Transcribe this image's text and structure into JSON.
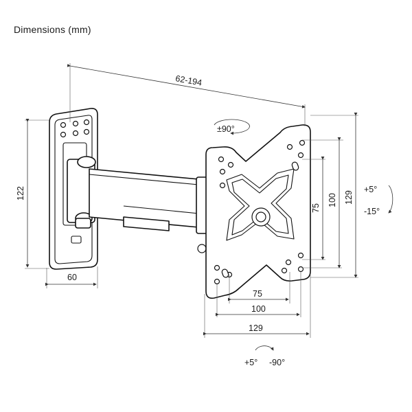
{
  "title": "Dimensions (mm)",
  "dimensions": {
    "arm_reach": "62-194",
    "wall_plate_height": "122",
    "wall_plate_width": "60",
    "vesa_h_75": "75",
    "vesa_h_100": "100",
    "plate_width": "129",
    "vesa_v_75": "75",
    "vesa_v_100": "100",
    "plate_height": "129"
  },
  "rotation": {
    "swivel": "±90°",
    "tilt_up": "+5°",
    "tilt_down": "-15°",
    "pan_left": "+5°",
    "pan_right": "-90°"
  },
  "colors": {
    "line": "#1a1a1a",
    "background": "#ffffff"
  }
}
